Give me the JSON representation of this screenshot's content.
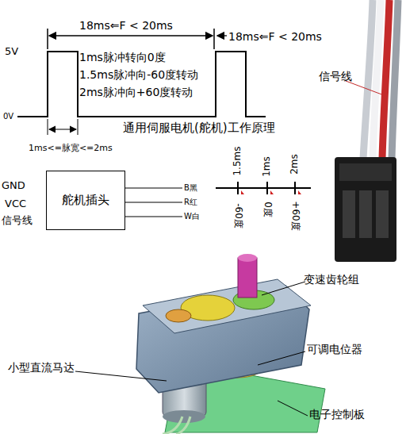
{
  "diagram": {
    "title": "通用伺服电机(舵机)工作原理",
    "nodes": [
      {
        "text": [
          "舵机插头"
        ]
      }
    ],
    "labels": [
      "5V",
      "0V",
      "18ms⇐F < 20ms",
      "18ms⇐F < 20ms",
      "1ms脉冲转向0度",
      "1.5ms脉冲向-60度转动",
      "2ms脉冲向+60度转动",
      "1ms<=脉宽<=2ms",
      "GND",
      "VCC",
      "信号线",
      "B黑",
      "R红",
      "W白",
      "1.5ms",
      "1ms",
      "2ms",
      "-60度",
      "0度",
      "+60度",
      "信号线",
      "变速齿轮组",
      "可调电位器",
      "小型直流马达",
      "电子控制板"
    ]
  }
}
